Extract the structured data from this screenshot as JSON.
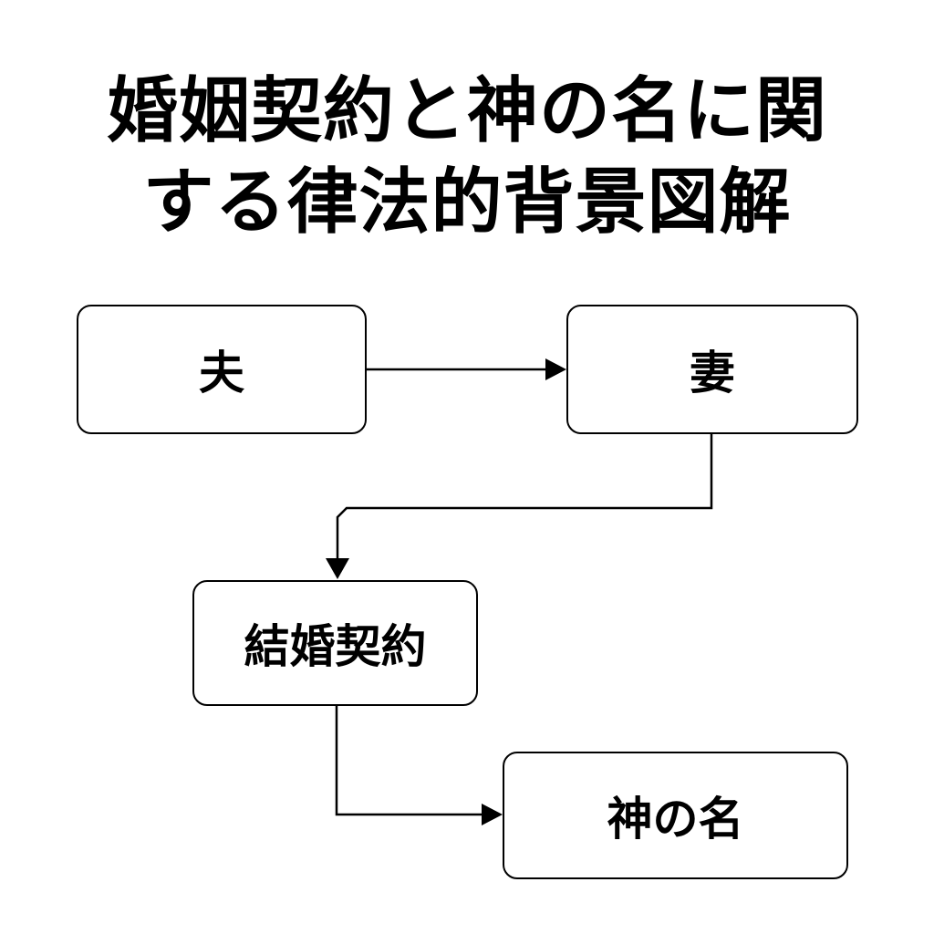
{
  "title": {
    "line1": "婚姻契約と神の名に関",
    "line2": "する律法的背景図解"
  },
  "nodes": {
    "husband": "夫",
    "wife": "妻",
    "contract": "結婚契約",
    "god_name": "神の名"
  },
  "colors": {
    "stroke": "#000000",
    "background": "#ffffff"
  }
}
